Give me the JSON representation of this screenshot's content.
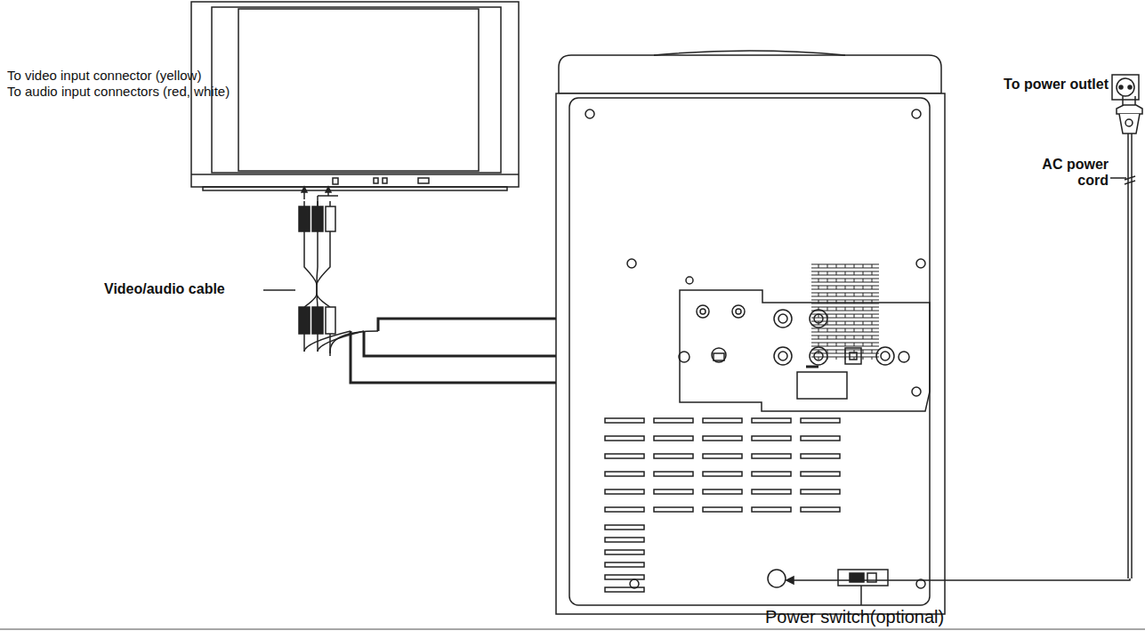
{
  "diagram": {
    "labels": [
      "To video input connector (yellow)",
      "To audio input connectors (red, white)",
      "Video/audio cable",
      "To power outlet",
      "AC power cord",
      "Power switch(optional)"
    ]
  }
}
